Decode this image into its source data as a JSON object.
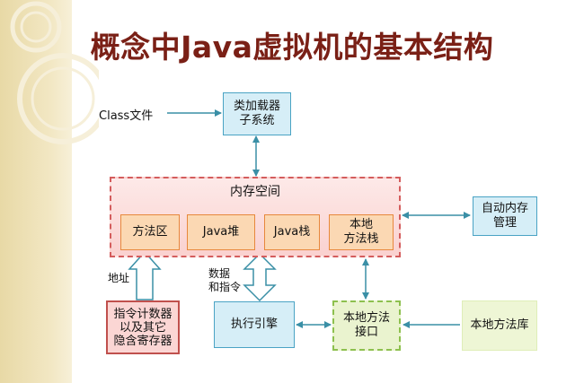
{
  "slide": {
    "title": "概念中Java虚拟机的基本结构"
  },
  "diagram": {
    "class_file": "Class文件",
    "class_loader": "类加载器\n子系统",
    "memory_area": {
      "title": "内存空间",
      "method_area": "方法区",
      "java_heap": "Java堆",
      "java_stack": "Java栈",
      "native_method_stack": "本地\n方法栈"
    },
    "auto_memory": "自动内存\n管理",
    "address_label": "地址",
    "data_label": "数据\n和指令",
    "pc_registers": "指令计数器\n以及其它\n隐含寄存器",
    "execution_engine": "执行引擎",
    "native_interface": "本地方法\n接口",
    "native_library": "本地方法库"
  },
  "colors": {
    "title": "#7a2016",
    "arrow": "#3a8fa6",
    "left_band": "#e8d9a6"
  }
}
